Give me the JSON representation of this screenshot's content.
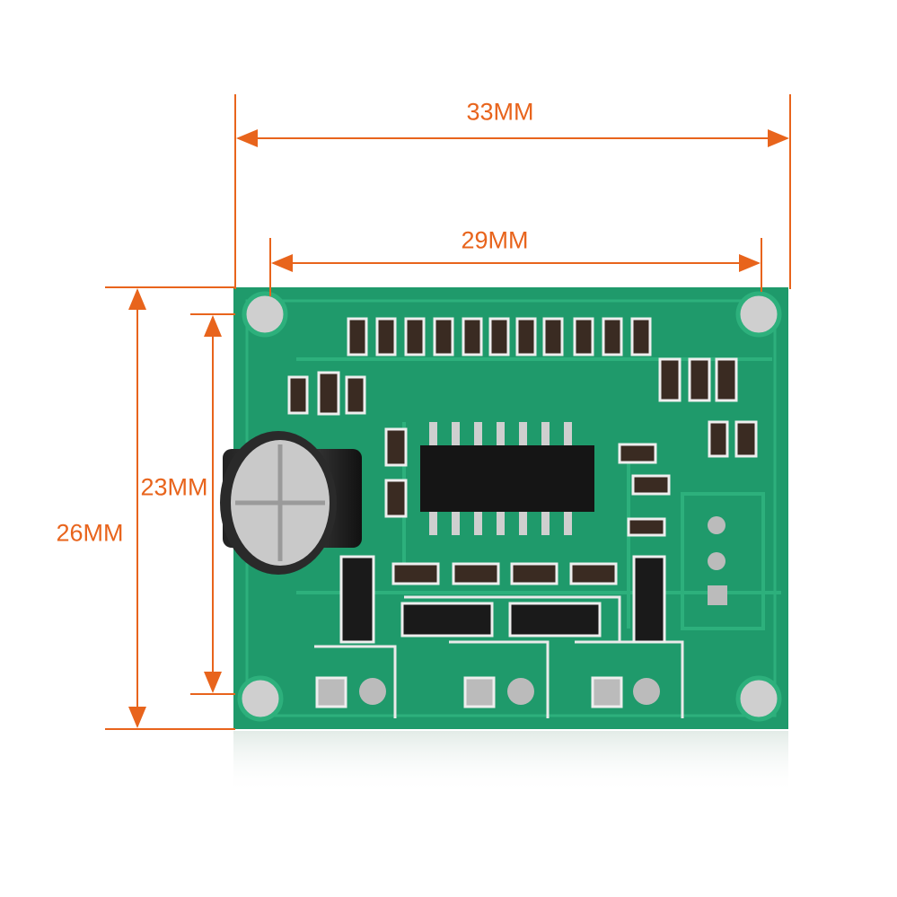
{
  "colors": {
    "dimension": "#e8641c",
    "pcb": "#1f9a6b",
    "pcb_trace": "#2db07c",
    "silkscreen": "#f2f2f2",
    "chip": "#151515",
    "hole": "#cfcfcf"
  },
  "dimensions": {
    "outer_width": "33MM",
    "hole_width": "29MM",
    "outer_height": "26MM",
    "hole_height": "23MM"
  }
}
